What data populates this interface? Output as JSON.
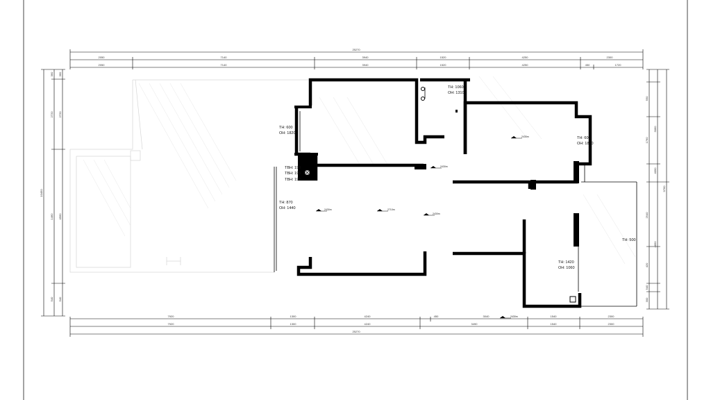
{
  "dimensions": {
    "top_total": "25270",
    "top_row1": [
      "2050",
      "7140",
      "3940",
      "1520",
      "4250",
      "2300"
    ],
    "top_row2": [
      "2050",
      "7140",
      "3940",
      "1520",
      "4250",
      "450",
      "1720"
    ],
    "bottom_total": "25270",
    "bottom_row1": [
      "7920",
      "1300",
      "4240",
      "450",
      "3040",
      "1540",
      "2300"
    ],
    "bottom_row2": [
      "7920",
      "1300",
      "4240",
      "3490",
      "1540",
      "2300"
    ],
    "left_outer": "10450",
    "left_inner": [
      "360",
      "2720",
      "1460",
      "540"
    ],
    "left_inner2": [
      "360",
      "2720",
      "4560",
      "540"
    ],
    "right_outer": "9760",
    "right_inner": [
      "550",
      "3060",
      "1760",
      "2540",
      "420",
      "540",
      "300"
    ],
    "right_inner2": [
      "4090",
      "4850"
    ]
  },
  "annotations": {
    "n1": [
      "TH: 1060",
      "OH: 1310"
    ],
    "n2": [
      "TH: 600",
      "OH: 1820"
    ],
    "n3": [
      "TH: 600",
      "OH: 1820"
    ],
    "n4": [
      "TBH: 190",
      "TBH: 190",
      "TBH: 190"
    ],
    "n5": [
      "TH: 870",
      "OH: 1440"
    ],
    "n6": [
      "TH: 1420",
      "OH: 1060"
    ],
    "n7": "TH: 500"
  },
  "levels": {
    "l1": "2430m",
    "l2": "2430m",
    "l3": "2710m",
    "l4": "2430m",
    "l5": "2430m",
    "l6": "2430m"
  }
}
